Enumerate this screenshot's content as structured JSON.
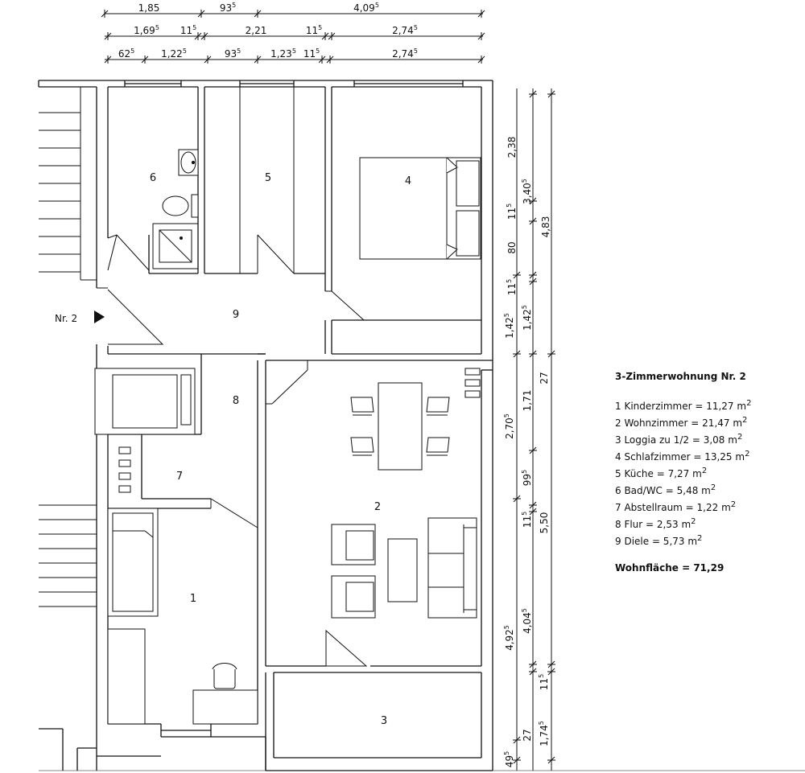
{
  "dims_top": {
    "row1": [
      {
        "t": "1,85"
      },
      {
        "t": "93",
        "s": "5"
      },
      {
        "t": "4,09",
        "s": "5"
      }
    ],
    "row2": [
      {
        "t": "1,69",
        "s": "5"
      },
      {
        "t": "11",
        "s": "5"
      },
      {
        "t": "2,21"
      },
      {
        "t": "11",
        "s": "5"
      },
      {
        "t": "2,74",
        "s": "5"
      }
    ],
    "row3": [
      {
        "t": "62",
        "s": "5"
      },
      {
        "t": "1,22",
        "s": "5"
      },
      {
        "t": "93",
        "s": "5"
      },
      {
        "t": "1,23",
        "s": "5"
      },
      {
        "t": "11",
        "s": "5"
      },
      {
        "t": "2,74",
        "s": "5"
      }
    ]
  },
  "dims_right": {
    "col1": [
      {
        "t": "1,42",
        "s": "5"
      },
      {
        "t": "2,70",
        "s": "5"
      },
      {
        "t": "4,92",
        "s": "5"
      },
      {
        "t": "49",
        "s": "5"
      }
    ],
    "col2": [
      {
        "t": "2,38"
      },
      {
        "t": "11",
        "s": "5"
      },
      {
        "t": "80"
      },
      {
        "t": "11",
        "s": "5"
      },
      {
        "t": "1,42",
        "s": "5"
      },
      {
        "t": "1,71"
      },
      {
        "t": "99",
        "s": "5"
      },
      {
        "t": "11",
        "s": "5"
      },
      {
        "t": "4,04",
        "s": "5"
      },
      {
        "t": "27"
      }
    ],
    "col3": [
      {
        "t": "3,40",
        "s": "5"
      },
      {
        "t": "27"
      },
      {
        "t": "5,50"
      },
      {
        "t": "11",
        "s": "5"
      },
      {
        "t": "1,74",
        "s": "5"
      }
    ],
    "col4": [
      {
        "t": "4,83"
      }
    ]
  },
  "rooms": {
    "r1": "1",
    "r2": "2",
    "r3": "3",
    "r4": "4",
    "r5": "5",
    "r6": "6",
    "r7": "7",
    "r8": "8",
    "r9": "9"
  },
  "entrance_label": "Nr. 2",
  "legend": {
    "title": "3-Zimmerwohnung Nr. 2",
    "items": [
      {
        "label": "1 Kinderzimmer = 11,27 m",
        "sup": "2"
      },
      {
        "label": "2 Wohnzimmer = 21,47 m",
        "sup": "2"
      },
      {
        "label": "3 Loggia zu 1/2 = 3,08 m",
        "sup": "2"
      },
      {
        "label": "4 Schlafzimmer = 13,25 m",
        "sup": "2"
      },
      {
        "label": "5 Küche = 7,27 m",
        "sup": "2"
      },
      {
        "label": "6 Bad/WC = 5,48 m",
        "sup": "2"
      },
      {
        "label": "7 Abstellraum = 1,22 m",
        "sup": "2"
      },
      {
        "label": "8 Flur = 2,53 m",
        "sup": "2"
      },
      {
        "label": "9 Diele = 5,73 m",
        "sup": "2"
      }
    ],
    "total": "Wohnfläche = 71,29"
  },
  "colors": {
    "ink": "#111111",
    "background": "#ffffff"
  }
}
